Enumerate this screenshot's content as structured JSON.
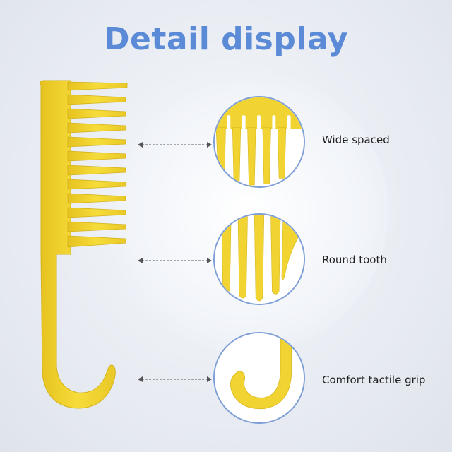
{
  "title": "Detail display",
  "colors": {
    "title": "#5b8bd6",
    "comb_yellow": "#f1d331",
    "comb_shadow": "#d6b61e",
    "circle_border": "#7e9ed6"
  },
  "details": [
    {
      "label": "Wide spaced",
      "icon": "wide-teeth-detail"
    },
    {
      "label": "Round tooth",
      "icon": "round-tooth-detail"
    },
    {
      "label": "Comfort tactile grip",
      "icon": "hook-grip-detail"
    }
  ]
}
